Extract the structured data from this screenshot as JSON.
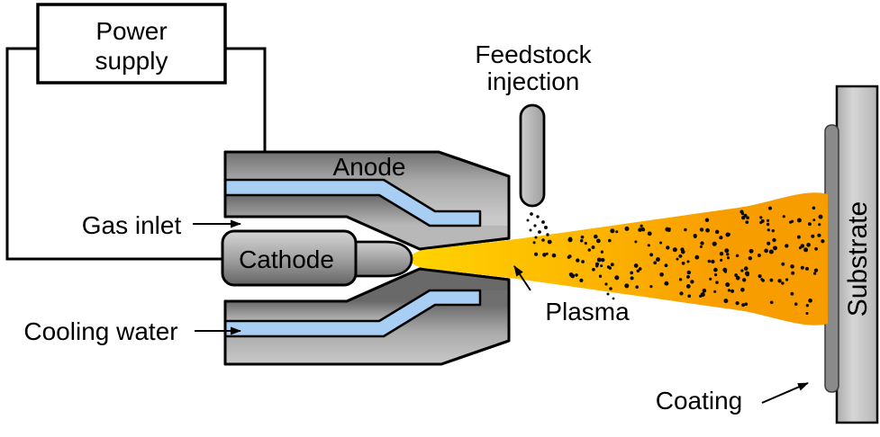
{
  "labels": {
    "power_supply": [
      "Power",
      "supply"
    ],
    "anode": "Anode",
    "cathode": "Cathode",
    "gas_inlet": "Gas inlet",
    "cooling_water": "Cooling water",
    "feedstock_injection": [
      "Feedstock",
      "injection"
    ],
    "plasma": "Plasma",
    "substrate": "Substrate",
    "coating": "Coating"
  },
  "colors": {
    "background": "#FFFFFF",
    "outline": "#000000",
    "cooling_water_blue": "#A9CEF4",
    "plasma_core_yellow": "#FFD400",
    "plasma_outer_orange": "#F89D00",
    "metal_dark": "#6F6F6F",
    "metal_light": "#C9C9C9",
    "coating_gray": "#8A8A8A",
    "particle_black": "#0B0B0B"
  }
}
